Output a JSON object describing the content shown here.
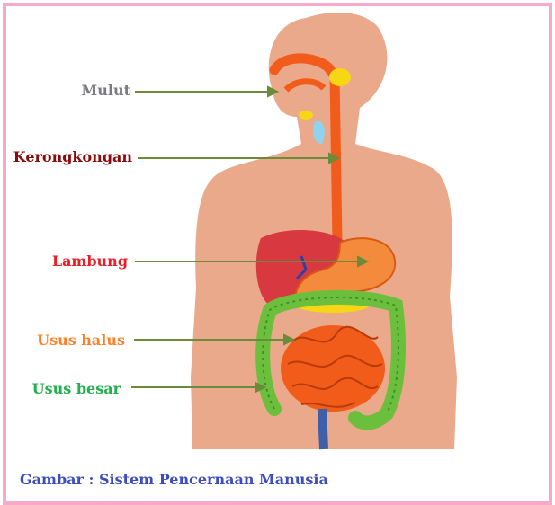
{
  "labels": {
    "mulut": "Mulut",
    "kerongkongan": "Kerongkongan",
    "lambung": "Lambung",
    "usus_halus": "Usus halus",
    "usus_besar": "Usus besar"
  },
  "caption": "Gambar : Sistem Pencernaan Manusia",
  "colors": {
    "mulut": "#7a7a82",
    "kerongkongan": "#8b0a0a",
    "lambung": "#e82028",
    "usus_halus": "#ff8027",
    "usus_besar": "#22b04c",
    "caption": "#3d4cc0",
    "border": "#f8a9c9",
    "arrow": "#6b8a3a",
    "skin": "#e9a98a"
  }
}
